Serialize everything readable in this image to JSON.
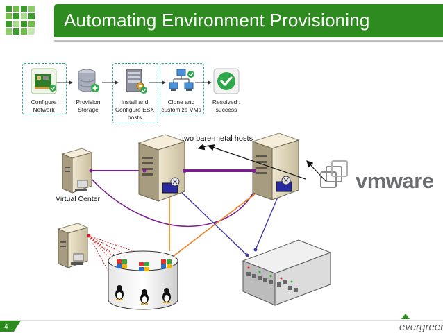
{
  "slide": {
    "title": "Automating Environment Provisioning",
    "page_number": "4",
    "brand": "evergreen"
  },
  "workflow": {
    "steps": [
      {
        "label_line1": "Configure",
        "label_line2": "Network",
        "label_line3": "",
        "icon": "network-card-icon"
      },
      {
        "label_line1": "Provision",
        "label_line2": "Storage",
        "label_line3": "",
        "icon": "database-icon"
      },
      {
        "label_line1": "Install and",
        "label_line2": "Configure ESX",
        "label_line3": "hosts",
        "icon": "server-config-icon"
      },
      {
        "label_line1": "Clone and",
        "label_line2": "customize VMs",
        "label_line3": "",
        "icon": "network-computers-icon"
      },
      {
        "label_line1": "Resolved :",
        "label_line2": "success",
        "label_line3": "",
        "icon": "success-check-icon"
      }
    ]
  },
  "diagram": {
    "callout": "two bare-metal hosts",
    "virtual_center_label": "Virtual Center",
    "vmware_logo_text": "vmware"
  },
  "colors": {
    "header_green": "#2e8b1f",
    "dashed_teal": "#2aa7a1",
    "purple_link": "#7b1f8f",
    "orange_link": "#f07d1a",
    "blue_link": "#3a3aa8",
    "red_link": "#d62020"
  }
}
